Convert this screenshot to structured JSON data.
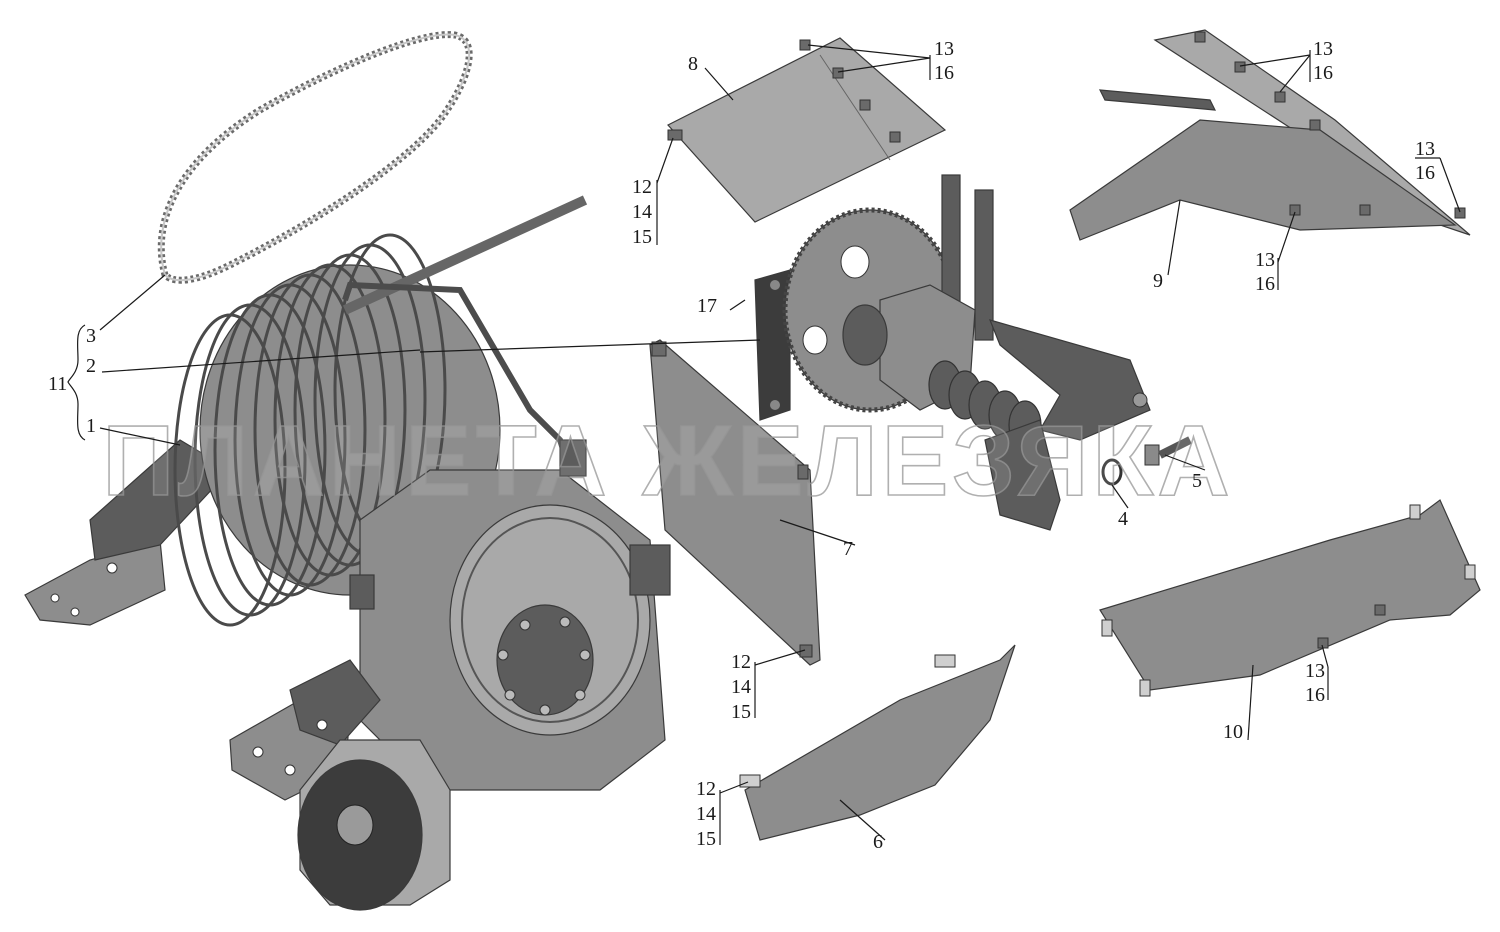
{
  "watermark": "ПЛАНЕТА ЖЕЛЕЗЯКА",
  "callouts": {
    "c1": "1",
    "c2": "2",
    "c3": "3",
    "c4": "4",
    "c5": "5",
    "c6": "6",
    "c7": "7",
    "c8": "8",
    "c9": "9",
    "c10": "10",
    "c11": "11",
    "c17": "17",
    "g8": [
      "13",
      "16"
    ],
    "g9a": [
      "13",
      "16"
    ],
    "g9b": [
      "13",
      "16"
    ],
    "g9c": [
      "13",
      "16"
    ],
    "g10": [
      "13",
      "16"
    ],
    "g8left": [
      "12",
      "14",
      "15"
    ],
    "g7": [
      "12",
      "14",
      "15"
    ],
    "g6": [
      "12",
      "14",
      "15"
    ]
  },
  "colors": {
    "steel": "#8d8d8d",
    "steel_light": "#a9a9a9",
    "steel_dark": "#5c5c5c",
    "line": "#1a1a1a"
  }
}
